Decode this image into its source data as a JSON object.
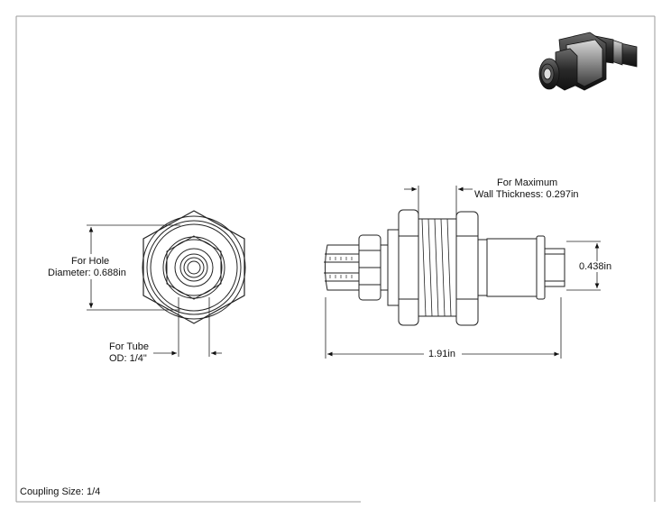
{
  "annotations": {
    "hole_line1": "For Hole",
    "hole_line2": "Diameter: 0.688in",
    "tube_line1": "For Tube",
    "tube_line2": "OD: 1/4\"",
    "wall_line1": "For Maximum",
    "wall_line2": "Wall Thickness: 0.297in",
    "length": "1.91in",
    "height": "0.438in"
  },
  "footer": {
    "coupling_size": "Coupling Size: 1/4"
  }
}
